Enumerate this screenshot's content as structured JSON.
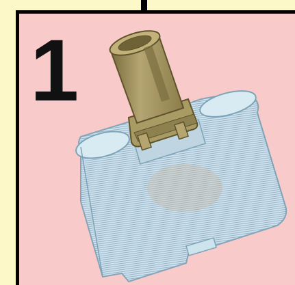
{
  "step": {
    "number": "1"
  },
  "colors": {
    "page_background": "#fdf8c8",
    "panel_background": "#f8caca",
    "panel_border": "#000000",
    "step_number": "#111111",
    "axle_part": "#a89a62",
    "transparent_part": "#c7dde8"
  },
  "illustration": {
    "parts": [
      {
        "name": "tan-axle-connector-icon",
        "color_key": "axle_part"
      },
      {
        "name": "transparent-cylinder-brick-icon",
        "color_key": "transparent_part"
      }
    ]
  }
}
